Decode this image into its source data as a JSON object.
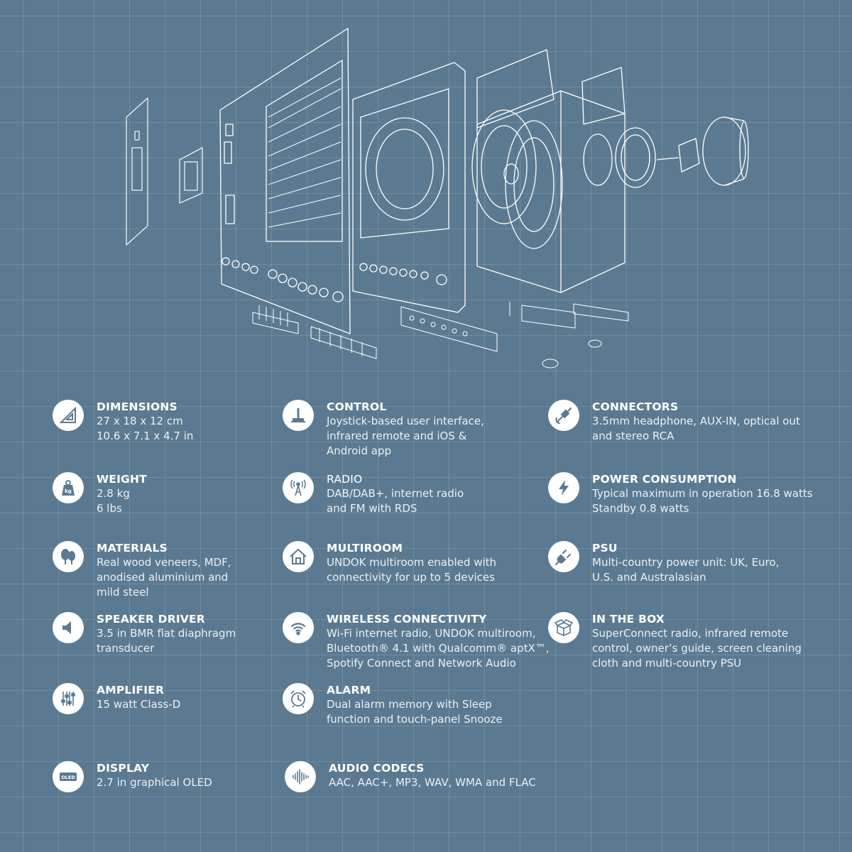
{
  "colors": {
    "background": "#5b7a91",
    "line": "#ffffff",
    "badge": "#ffffff",
    "icon": "#5b7a91"
  },
  "product_illustration": {
    "description_icon": "exploded-radio-icon"
  },
  "specs": {
    "dimensions": {
      "icon": "set-square-icon",
      "title": "DIMENSIONS",
      "lines": [
        "27 x 18 x 12 cm",
        "10.6 x 7.1 x 4.7 in"
      ]
    },
    "control": {
      "icon": "joystick-icon",
      "title": "CONTROL",
      "lines": [
        "Joystick-based user interface,",
        "infrared remote and iOS &",
        "Android app"
      ]
    },
    "connectors": {
      "icon": "audio-jack-icon",
      "title": "CONNECTORS",
      "lines": [
        "3.5mm headphone, AUX-IN, optical out",
        "and stereo RCA"
      ]
    },
    "weight": {
      "icon": "kg-weight-icon",
      "title": "WEIGHT",
      "badge_text": "kg",
      "lines": [
        "2.8 kg",
        "6 lbs"
      ]
    },
    "radio": {
      "icon": "radio-tower-icon",
      "title": "RADIO",
      "lines": [
        "DAB/DAB+, internet radio",
        "and FM with RDS"
      ]
    },
    "power": {
      "icon": "lightning-icon",
      "title": "POWER CONSUMPTION",
      "lines": [
        "Typical maximum in operation 16.8 watts",
        "Standby 0.8 watts"
      ]
    },
    "materials": {
      "icon": "trees-icon",
      "title": "MATERIALS",
      "lines": [
        "Real wood veneers, MDF,",
        "anodised aluminium and",
        "mild steel"
      ]
    },
    "multiroom": {
      "icon": "house-icon",
      "title": "MULTIROOM",
      "lines": [
        "UNDOK multiroom enabled with",
        "connectivity for up to 5 devices"
      ]
    },
    "psu": {
      "icon": "plug-icon",
      "title": "PSU",
      "lines": [
        "Multi-country power unit: UK, Euro,",
        "U.S. and Australasian"
      ]
    },
    "speaker": {
      "icon": "speaker-icon",
      "title": "SPEAKER DRIVER",
      "lines": [
        "3.5 in BMR flat diaphragm",
        "transducer"
      ]
    },
    "wireless": {
      "icon": "wifi-icon",
      "title": "WIRELESS CONNECTIVITY",
      "lines": [
        "Wi-Fi internet radio, UNDOK multiroom,",
        "Bluetooth® 4.1 with Qualcomm® aptX™,",
        "Spotify Connect and Network Audio"
      ]
    },
    "inbox": {
      "icon": "box-icon",
      "title": "IN THE BOX",
      "lines": [
        "SuperConnect radio, infrared remote",
        "control, owner’s guide, screen cleaning",
        "cloth and multi-country PSU"
      ]
    },
    "amplifier": {
      "icon": "mixer-sliders-icon",
      "title": "AMPLIFIER",
      "lines": [
        "15 watt Class-D"
      ]
    },
    "alarm": {
      "icon": "alarm-clock-icon",
      "title": "ALARM",
      "lines": [
        "Dual alarm memory with Sleep",
        "function and touch-panel Snooze"
      ]
    },
    "display": {
      "icon": "oled-icon",
      "title": "DISPLAY",
      "badge_text": "OLED",
      "lines": [
        "2.7 in graphical OLED"
      ]
    },
    "codecs": {
      "icon": "waveform-icon",
      "title": "AUDIO CODECS",
      "lines": [
        "AAC, AAC+, MP3, WAV, WMA and FLAC"
      ]
    }
  }
}
